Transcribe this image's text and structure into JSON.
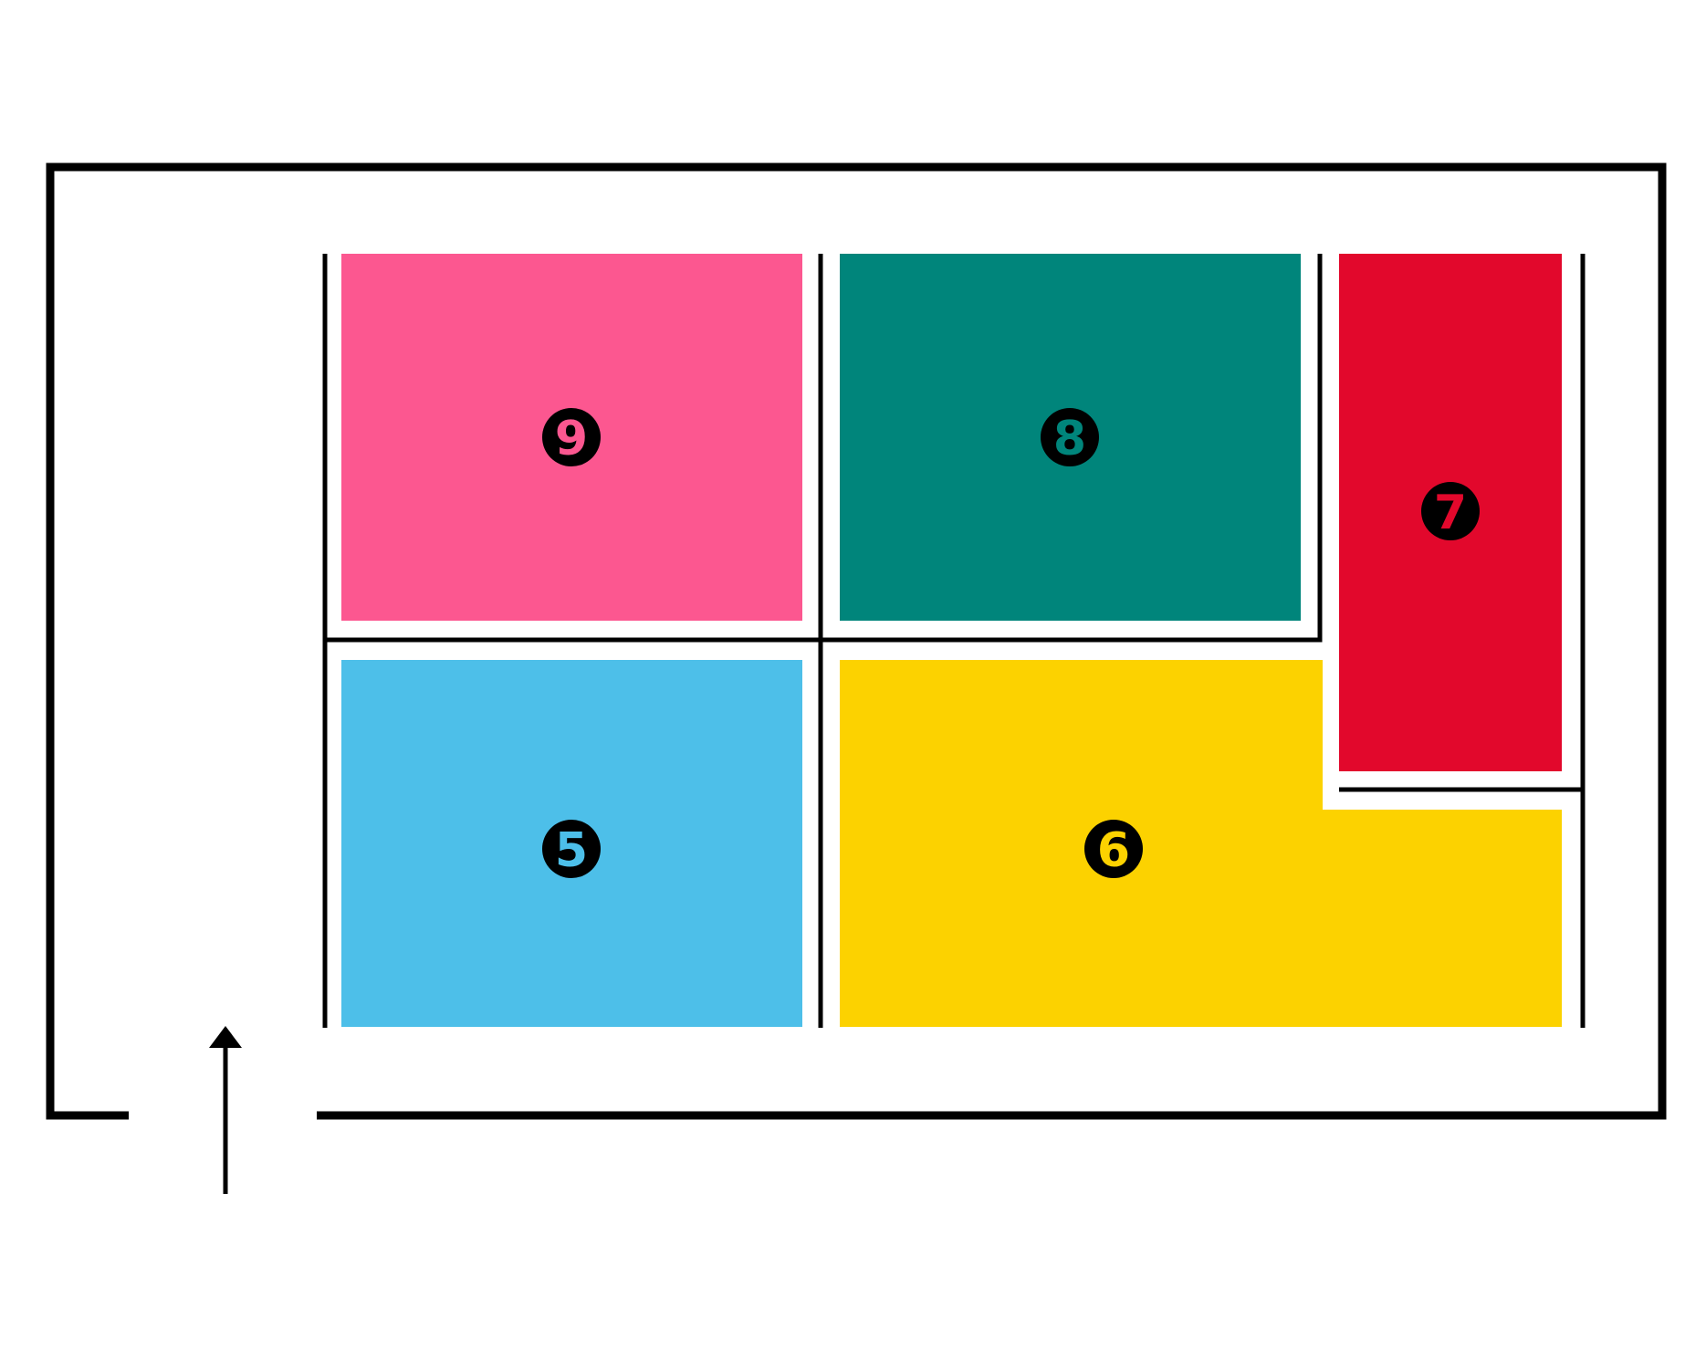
{
  "diagram": {
    "zones": [
      {
        "id": "zone-9",
        "label": "9",
        "color": "#FC5790"
      },
      {
        "id": "zone-8",
        "label": "8",
        "color": "#00857B"
      },
      {
        "id": "zone-7",
        "label": "7",
        "color": "#E2082C"
      },
      {
        "id": "zone-5",
        "label": "5",
        "color": "#4DBFE9"
      },
      {
        "id": "zone-6",
        "label": "6",
        "color": "#FCD200"
      }
    ],
    "colors": {
      "wall": "#000000",
      "badge_fill": "#000000",
      "background": "#FFFFFF"
    },
    "icons": {
      "entrance": "up-arrow-icon"
    }
  }
}
